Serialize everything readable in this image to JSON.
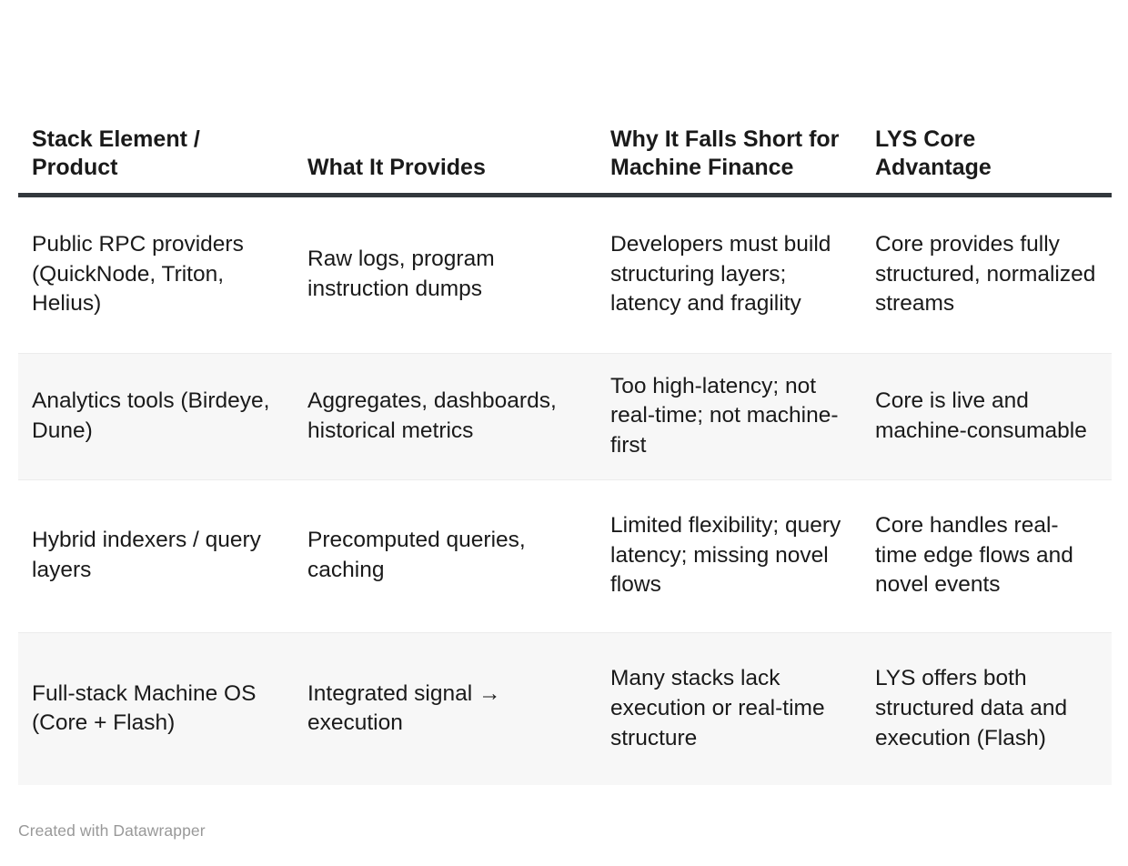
{
  "table": {
    "headers": [
      "Stack Element / Product",
      "What It Provides",
      "Why It Falls Short for Machine Finance",
      "LYS Core Advantage"
    ],
    "rows": [
      {
        "stack_element": "Public RPC providers (QuickNode, Triton, Helius)",
        "provides": "Raw logs, program instruction dumps",
        "shortfall": "Developers must build structuring layers; latency and fragility",
        "advantage": "Core provides fully structured, normalized streams"
      },
      {
        "stack_element": "Analytics tools (Birdeye, Dune)",
        "provides": "Aggregates, dashboards, historical metrics",
        "shortfall": "Too high-latency; not real-time; not machine-first",
        "advantage": "Core is live and machine-consumable"
      },
      {
        "stack_element": "Hybrid indexers / query layers",
        "provides": "Precomputed queries, caching",
        "shortfall": "Limited flexibility; query latency; missing novel flows",
        "advantage": "Core handles real-time edge flows and novel events"
      },
      {
        "stack_element": "Full-stack Machine OS (Core + Flash)",
        "provides": "Integrated signal → execution",
        "shortfall": "Many stacks lack execution or real-time structure",
        "advantage": "LYS offers both structured data and execution (Flash)"
      }
    ]
  },
  "footer": {
    "credit": "Created with Datawrapper"
  },
  "colors": {
    "text": "#1a1a1a",
    "header_rule": "#33383d",
    "row_shade": "#f7f7f7",
    "row_divider": "#ececec",
    "footer_text": "#999999",
    "background": "#ffffff"
  }
}
